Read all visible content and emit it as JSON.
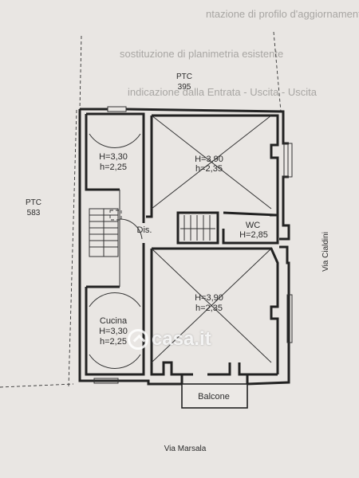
{
  "background_text": [
    "ntazione di profilo d'aggiornamento",
    "sostituzione di planimetria esistente",
    "indicazione dalla Entrata - Uscita - Uscita"
  ],
  "boundaries": {
    "top_ptc": "PTC",
    "top_ptc_number": "395",
    "left_ptc": "PTC",
    "left_ptc_number": "583"
  },
  "rooms": {
    "room_top_left": {
      "h1": "H=3,30",
      "h2": "h=2,25"
    },
    "room_top_right": {
      "h1": "H=3,90",
      "h2": "h=2,35"
    },
    "room_bottom_right": {
      "h1": "H=3,90",
      "h2": "h=2,35"
    },
    "kitchen": {
      "name": "Cucina",
      "h1": "H=3,30",
      "h2": "h=2,25"
    },
    "disimpegno": {
      "name": "Dis."
    },
    "wc": {
      "name": "WC",
      "h": "H=2,85"
    },
    "balcony": {
      "name": "Balcone"
    }
  },
  "streets": {
    "right": "Via Cialdini",
    "bottom": "Via Marsala"
  },
  "watermark": {
    "text": "casa.it",
    "icon": "casa-logo-icon"
  }
}
